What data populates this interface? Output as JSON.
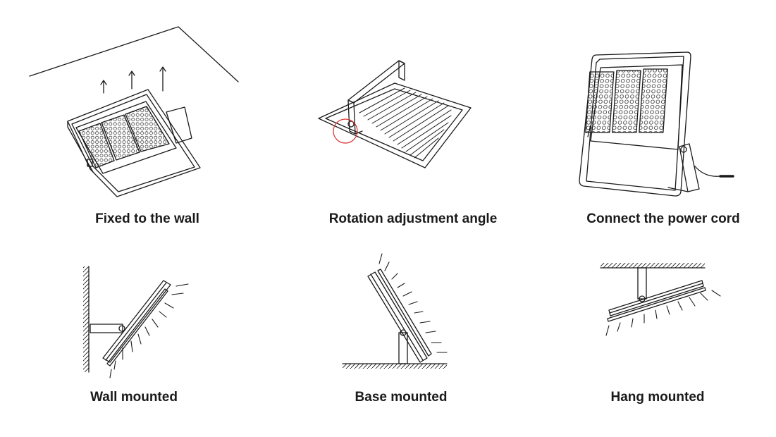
{
  "panels": [
    {
      "caption": "Fixed to the wall"
    },
    {
      "caption": "Rotation adjustment angle"
    },
    {
      "caption": "Connect the power cord"
    },
    {
      "caption": "Wall mounted"
    },
    {
      "caption": "Base mounted"
    },
    {
      "caption": "Hang mounted"
    }
  ],
  "colors": {
    "line": "#1a1a1a",
    "highlight": "#d9302c"
  },
  "icons": {
    "panel-1": "floodlight-ceiling-fixing-illustration",
    "panel-2": "floodlight-bracket-rotation-illustration",
    "panel-3": "floodlight-power-cord-illustration",
    "panel-4": "wall-mount-side-view-illustration",
    "panel-5": "base-mount-side-view-illustration",
    "panel-6": "hang-mount-side-view-illustration"
  }
}
